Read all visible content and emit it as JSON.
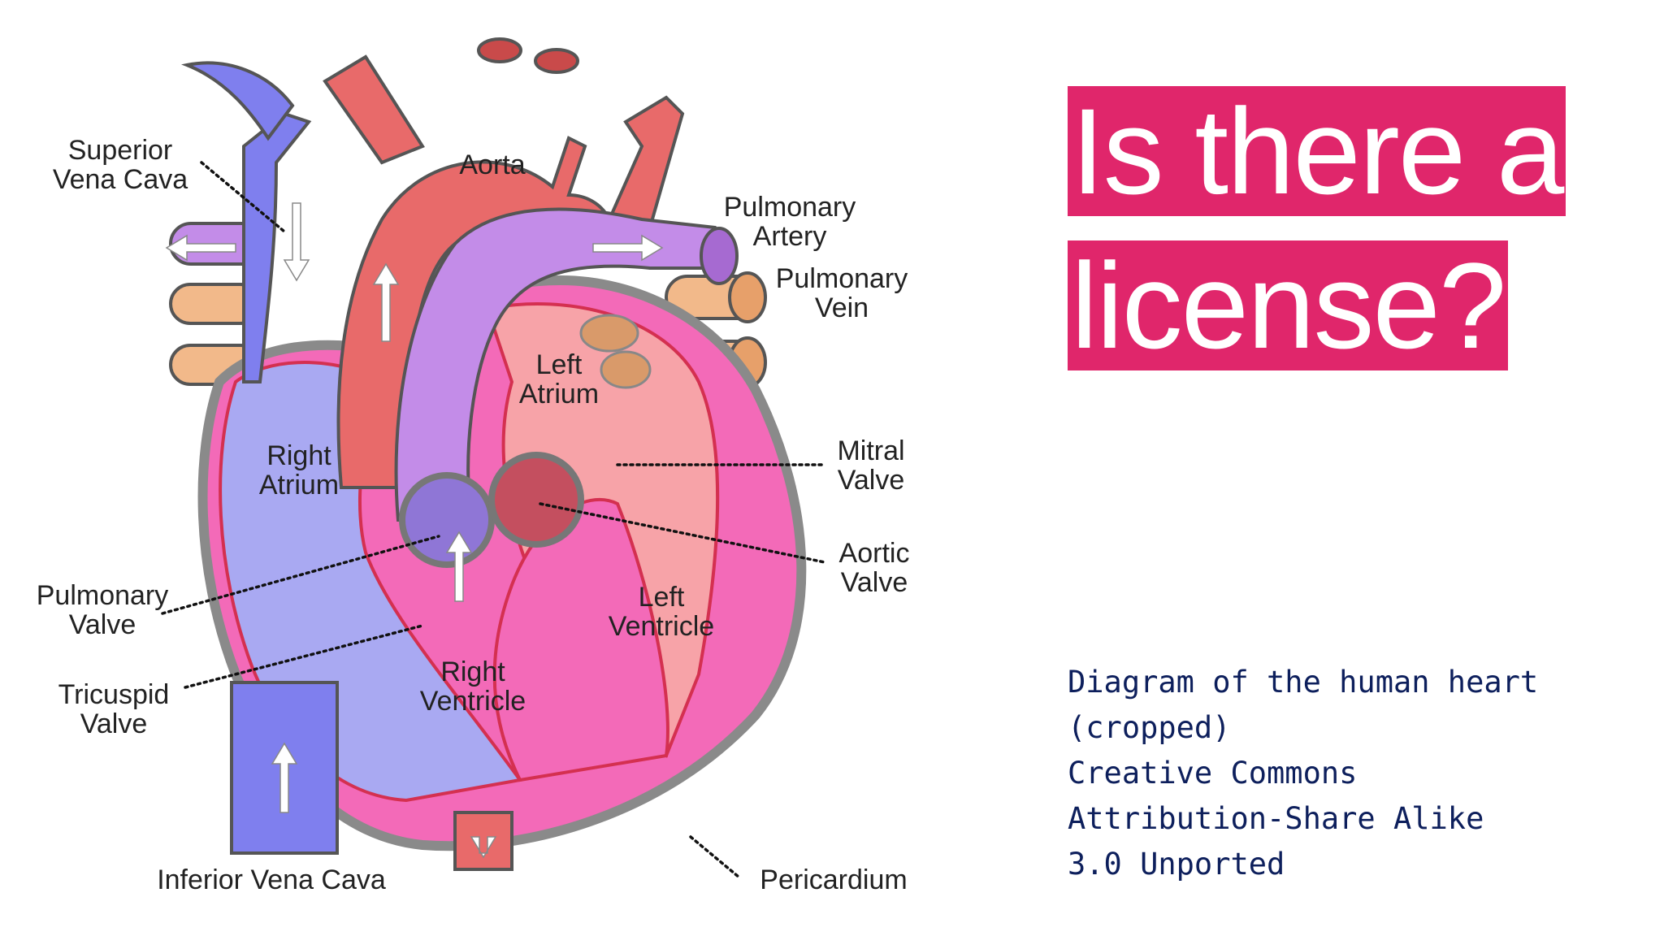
{
  "title": {
    "line1": "Is there a",
    "line2": "license?"
  },
  "caption": {
    "line1": "Diagram of the human heart",
    "line2": "(cropped)",
    "line3": "Creative Commons",
    "line4": "Attribution-Share Alike",
    "line5": "3.0 Unported"
  },
  "diagram": {
    "superior_vena_cava": [
      "Superior",
      "Vena Cava"
    ],
    "aorta": "Aorta",
    "pulmonary_artery": [
      "Pulmonary",
      "Artery"
    ],
    "pulmonary_vein": [
      "Pulmonary",
      "Vein"
    ],
    "left_atrium": [
      "Left",
      "Atrium"
    ],
    "right_atrium": [
      "Right",
      "Atrium"
    ],
    "mitral_valve": [
      "Mitral",
      "Valve"
    ],
    "aortic_valve": [
      "Aortic",
      "Valve"
    ],
    "pulmonary_valve": [
      "Pulmonary",
      "Valve"
    ],
    "left_ventricle": [
      "Left",
      "Ventricle"
    ],
    "tricuspid_valve": [
      "Tricuspid",
      "Valve"
    ],
    "right_ventricle": [
      "Right",
      "Ventricle"
    ],
    "inferior_vena_cava": "Inferior Vena Cava",
    "pericardium": "Pericardium"
  },
  "colors": {
    "title_bg": "#e0266b",
    "caption_text": "#0d1f5c",
    "vena_cava_blue": "#7f7fee",
    "aorta_red": "#e86a6a",
    "pulmonary_purple": "#c38ce8",
    "vein_tan": "#f2b98a",
    "heart_pink": "#f36ab8",
    "pericardium_gray": "#8a8a8a"
  }
}
